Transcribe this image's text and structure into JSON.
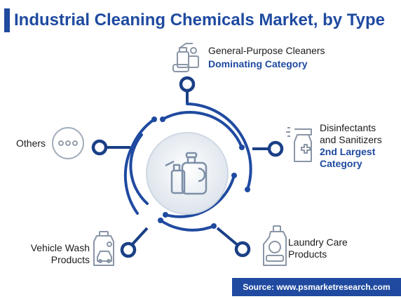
{
  "title": "Industrial Cleaning Chemicals Market, by Type",
  "segments": {
    "general_purpose": {
      "label": "General-Purpose Cleaners",
      "tag": "Dominating Category",
      "icon": "cleaning-supplies-icon"
    },
    "disinfectants": {
      "label_line1": "Disinfectants",
      "label_line2": "and Sanitizers",
      "tag_line1": "2nd Largest",
      "tag_line2": "Category",
      "icon": "spray-bottle-icon"
    },
    "laundry": {
      "label_line1": "Laundry Care",
      "label_line2": "Products",
      "icon": "detergent-bottle-icon"
    },
    "vehicle": {
      "label_line1": "Vehicle Wash",
      "label_line2": "Products",
      "icon": "car-wash-bottle-icon"
    },
    "others": {
      "label": "Others",
      "icon": "more-dots-icon"
    }
  },
  "center_icon": "chemical-bottles-icon",
  "colors": {
    "primary": "#1f4aa0",
    "node": "#1a3f86",
    "circle_fill": "#e9eef4"
  },
  "source": "Source: www.psmarketresearch.com"
}
